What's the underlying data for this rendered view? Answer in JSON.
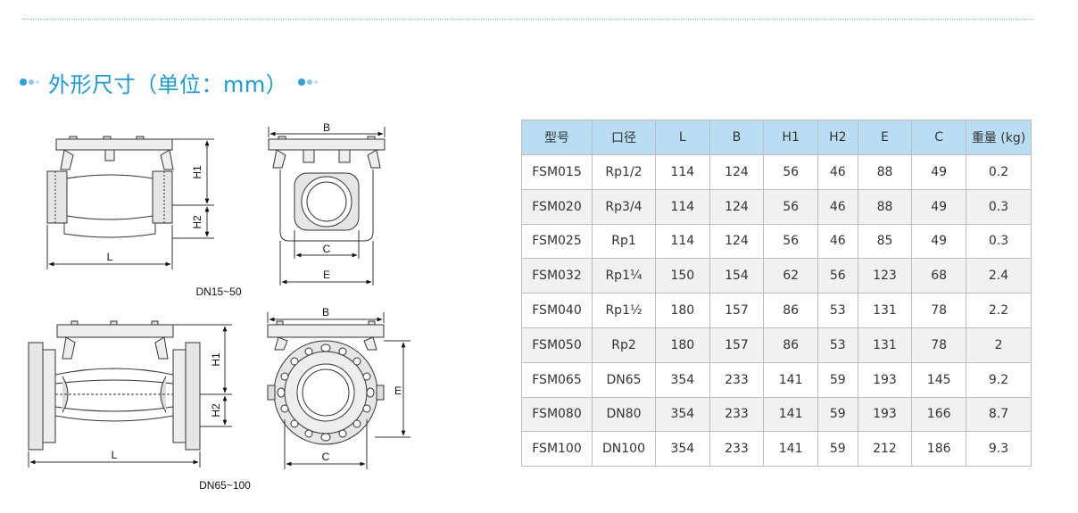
{
  "heading": {
    "title": "外形尺寸（单位：mm）"
  },
  "drawing": {
    "top": {
      "B": "B",
      "H1": "H1",
      "H2": "H2",
      "L": "L",
      "C": "C",
      "E": "E",
      "caption": "DN15~50"
    },
    "bottom": {
      "B": "B",
      "H1": "H1",
      "H2": "H2",
      "L": "L",
      "C": "C",
      "E": "E",
      "caption": "DN65~100"
    }
  },
  "table": {
    "headers": [
      "型号",
      "口径",
      "L",
      "B",
      "H1",
      "H2",
      "E",
      "C",
      "重量 (kg)"
    ],
    "rows": [
      [
        "FSM015",
        "Rp1/2",
        "114",
        "124",
        "56",
        "46",
        "88",
        "49",
        "0.2"
      ],
      [
        "FSM020",
        "Rp3/4",
        "114",
        "124",
        "56",
        "46",
        "88",
        "49",
        "0.3"
      ],
      [
        "FSM025",
        "Rp1",
        "114",
        "124",
        "56",
        "46",
        "85",
        "49",
        "0.3"
      ],
      [
        "FSM032",
        "Rp1¼",
        "150",
        "154",
        "62",
        "56",
        "123",
        "68",
        "2.4"
      ],
      [
        "FSM040",
        "Rp1½",
        "180",
        "157",
        "86",
        "53",
        "131",
        "78",
        "2.2"
      ],
      [
        "FSM050",
        "Rp2",
        "180",
        "157",
        "86",
        "53",
        "131",
        "78",
        "2"
      ],
      [
        "FSM065",
        "DN65",
        "354",
        "233",
        "141",
        "59",
        "193",
        "145",
        "9.2"
      ],
      [
        "FSM080",
        "DN80",
        "354",
        "233",
        "141",
        "59",
        "193",
        "166",
        "8.7"
      ],
      [
        "FSM100",
        "DN100",
        "354",
        "233",
        "141",
        "59",
        "212",
        "186",
        "9.3"
      ]
    ]
  },
  "colors": {
    "accent": "#1a9ad7",
    "header_bg": "#b9def4",
    "alt_row_bg": "#f1f1f1"
  }
}
